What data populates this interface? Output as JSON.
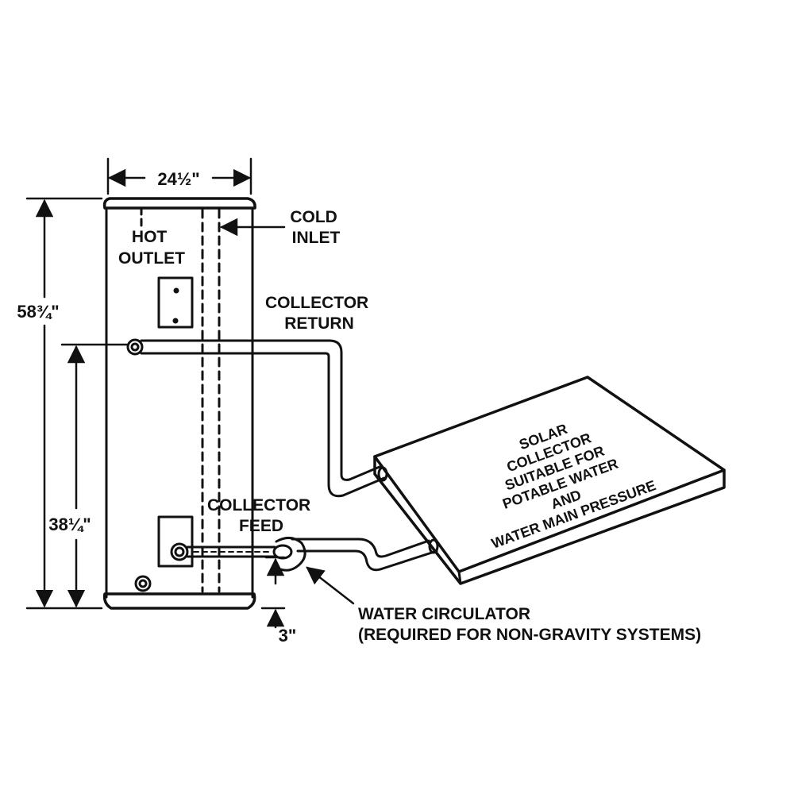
{
  "colors": {
    "stroke": "#111111",
    "background": "#ffffff"
  },
  "dimensions": {
    "width": "24½\"",
    "height_total": "58¾\"",
    "height_return": "38¼\"",
    "feed_offset": "3\""
  },
  "labels": {
    "hot_outlet": [
      "HOT",
      "OUTLET"
    ],
    "cold_inlet": [
      "COLD",
      "INLET"
    ],
    "collector_return": [
      "COLLECTOR",
      "RETURN"
    ],
    "collector_feed": [
      "COLLECTOR",
      "FEED"
    ],
    "water_circulator": [
      "WATER CIRCULATOR",
      "(REQUIRED FOR NON-GRAVITY SYSTEMS)"
    ],
    "solar_collector": [
      "SOLAR",
      "COLLECTOR",
      "SUITABLE FOR",
      "POTABLE WATER",
      "AND",
      "WATER MAIN PRESSURE"
    ]
  }
}
